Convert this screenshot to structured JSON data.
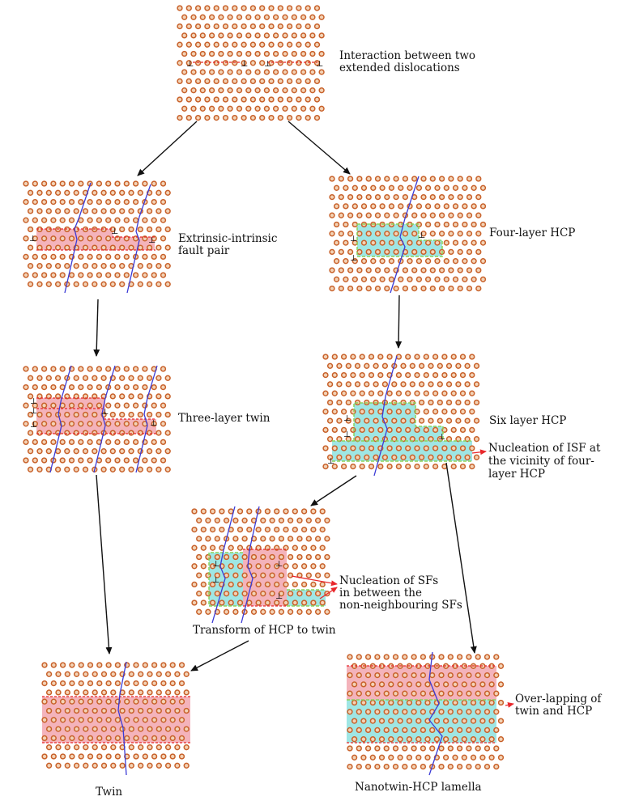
{
  "colors": {
    "atom_ring": "#c8612a",
    "atom_fill": "#f3d3b6",
    "dislocation_line": "#3b3bd6",
    "fault_line": "#e8272b",
    "twin_fill": "#f4b3bb",
    "hcp_fill": "#9fe6e4",
    "hcp_border": "#8bd35a",
    "arrow": "#111111",
    "callout_arrow": "#e8272b"
  },
  "icons": {
    "dislocation_symbol": "⊥"
  },
  "labels": {
    "interaction": [
      "Interaction between two",
      "extended dislocations"
    ],
    "extrinsic": [
      "Extrinsic-intrinsic",
      "fault pair"
    ],
    "four_layer": [
      "Four-layer HCP"
    ],
    "three_layer": [
      "Three-layer twin"
    ],
    "six_layer": [
      "Six layer HCP"
    ],
    "isf_nucleation": [
      "Nucleation of ISF at",
      "the  vicinity of four-",
      "layer HCP"
    ],
    "sf_nucleation": [
      "Nucleation of SFs",
      "in between the",
      "non-neighbouring SFs"
    ],
    "transform": "Transform of HCP to twin",
    "over_lapping": [
      "Over-lapping of",
      "twin and HCP"
    ],
    "twin": "Twin",
    "nanotwin": "Nanotwin-HCP lamella"
  }
}
